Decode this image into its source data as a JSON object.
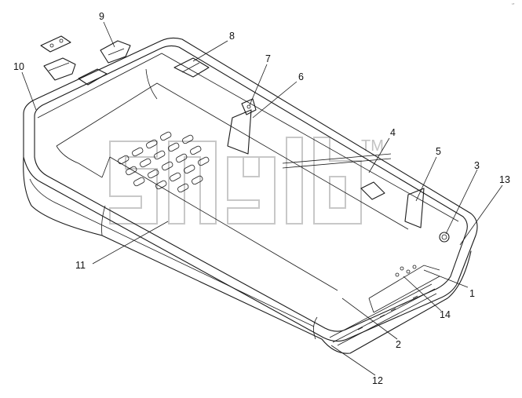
{
  "diagram": {
    "callouts": {
      "c1": "1",
      "c2": "2",
      "c3": "3",
      "c4": "4",
      "c5": "5",
      "c6": "6",
      "c7": "7",
      "c8": "8",
      "c9": "9",
      "c10": "10",
      "c11": "11",
      "c12": "12",
      "c13": "13",
      "c14": "14"
    },
    "watermark_tm": "TM",
    "corner_mark": "‘’"
  }
}
